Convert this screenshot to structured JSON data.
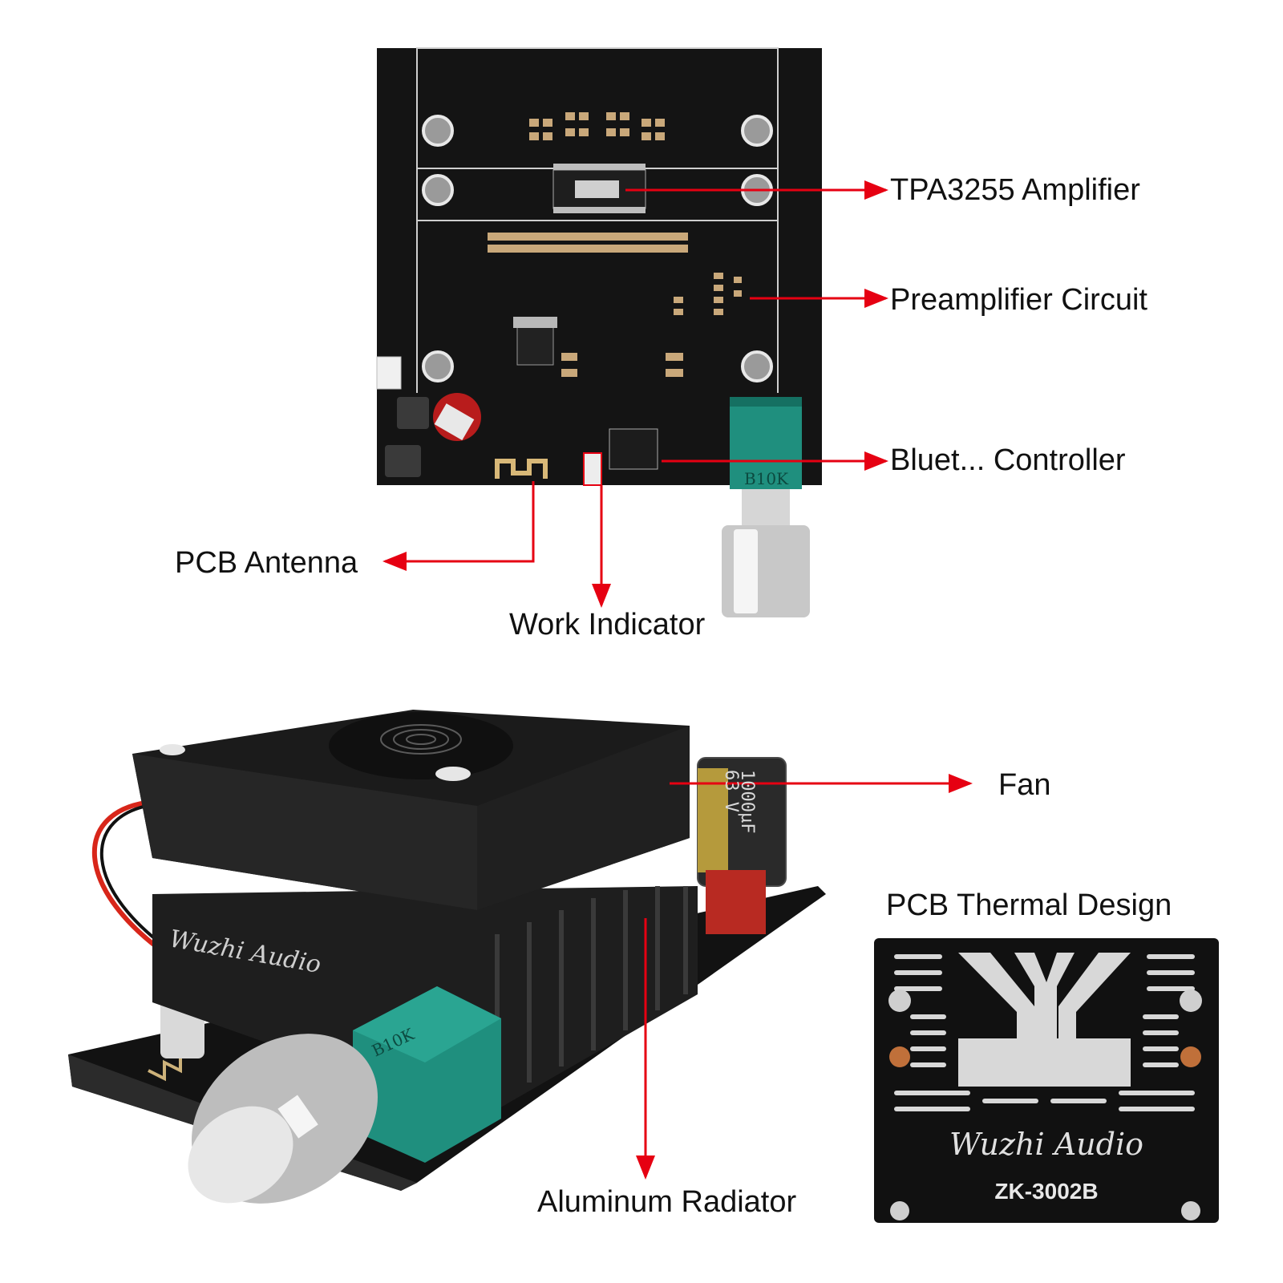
{
  "colors": {
    "arrow": "#e60012",
    "pcb": "#141414",
    "silkscreen": "#d8d8d8",
    "potentiometer": "#1f8f7e",
    "fan": "#1b1b1b",
    "heatsink": "#222222"
  },
  "top_callouts": {
    "amplifier": "TPA3255 Amplifier",
    "preamp": "Preamplifier Circuit",
    "bluetooth": "Bluet... Controller",
    "antenna": "PCB Antenna",
    "indicator": "Work Indicator"
  },
  "top_board": {
    "pot_label": "B10K"
  },
  "bottom_callouts": {
    "fan": "Fan",
    "radiator": "Aluminum Radiator",
    "thermal_title": "PCB Thermal Design"
  },
  "bottom_board": {
    "brand": "Wuzhi Audio",
    "pot_label": "B10K",
    "capacitor_value": "1000µF",
    "capacitor_voltage": "63 V"
  },
  "thermal_pcb": {
    "brand": "Wuzhi Audio",
    "model": "ZK-3002B"
  }
}
